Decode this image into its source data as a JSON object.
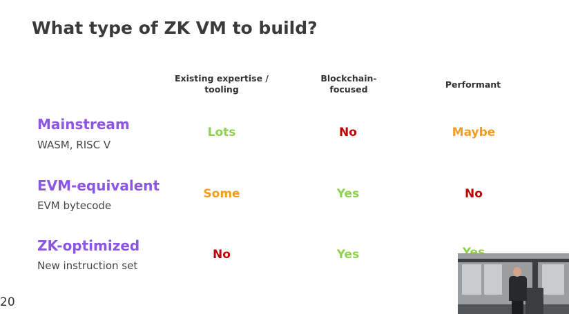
{
  "slide": {
    "title": "What type of ZK VM to build?",
    "page_number": "20"
  },
  "columns": [
    {
      "line1": "Existing expertise /",
      "line2": "tooling"
    },
    {
      "line1": "Blockchain-",
      "line2": "focused"
    },
    {
      "line1": "Performant",
      "line2": ""
    }
  ],
  "rows": [
    {
      "title": "Mainstream",
      "subtitle": "WASM, RISC V",
      "cells": [
        "Lots",
        "No",
        "Maybe"
      ]
    },
    {
      "title": "EVM-equivalent",
      "subtitle": "EVM bytecode",
      "cells": [
        "Some",
        "Yes",
        "No"
      ]
    },
    {
      "title": "ZK-optimized",
      "subtitle": "New instruction set",
      "cells": [
        "No",
        "Yes",
        "Yes"
      ]
    }
  ],
  "colors": {
    "row_title": "#8a56e2",
    "positive": "#8fd14f",
    "negative": "#c00000",
    "neutral": "#f39c1e"
  }
}
